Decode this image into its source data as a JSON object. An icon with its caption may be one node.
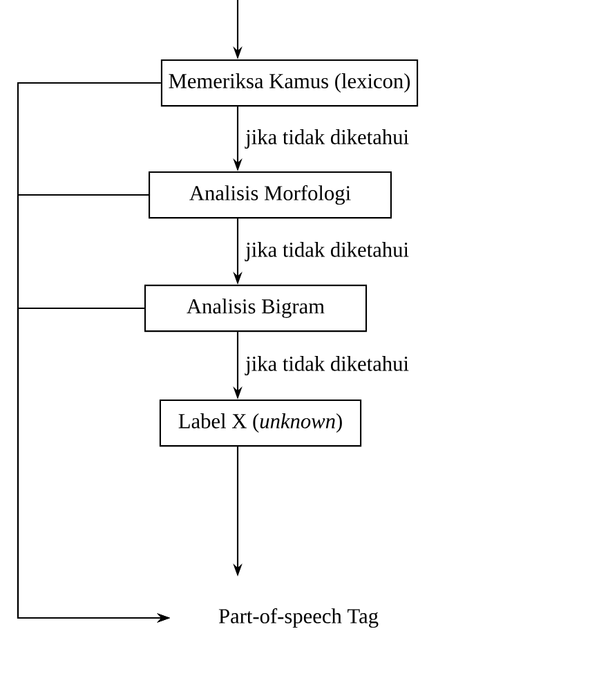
{
  "diagram": {
    "nodes": [
      {
        "text": [
          "Memeriksa Kamus (lexicon)"
        ]
      },
      {
        "text": [
          "Analisis Morfologi"
        ]
      },
      {
        "text": [
          "Analisis Bigram"
        ]
      },
      {
        "text": [
          "Label X (*unknown*)"
        ]
      },
      {
        "text": [
          "Part-of-speech Tag"
        ]
      }
    ],
    "edges": [
      {
        "from": null,
        "to": 0,
        "arrow": "to"
      },
      {
        "from": 0,
        "to": 1,
        "arrow": "to",
        "label": "jika tidak diketahui"
      },
      {
        "from": 1,
        "to": 2,
        "arrow": "to",
        "label": "jika tidak diketahui"
      },
      {
        "from": 2,
        "to": 3,
        "arrow": "to",
        "label": "jika tidak diketahui"
      },
      {
        "from": 3,
        "to": 4,
        "arrow": "to"
      },
      {
        "from": 0,
        "to": 4,
        "arrow": "to"
      },
      {
        "from": 1,
        "to": 4,
        "arrow": "to"
      },
      {
        "from": 2,
        "to": 4,
        "arrow": "to"
      }
    ]
  }
}
